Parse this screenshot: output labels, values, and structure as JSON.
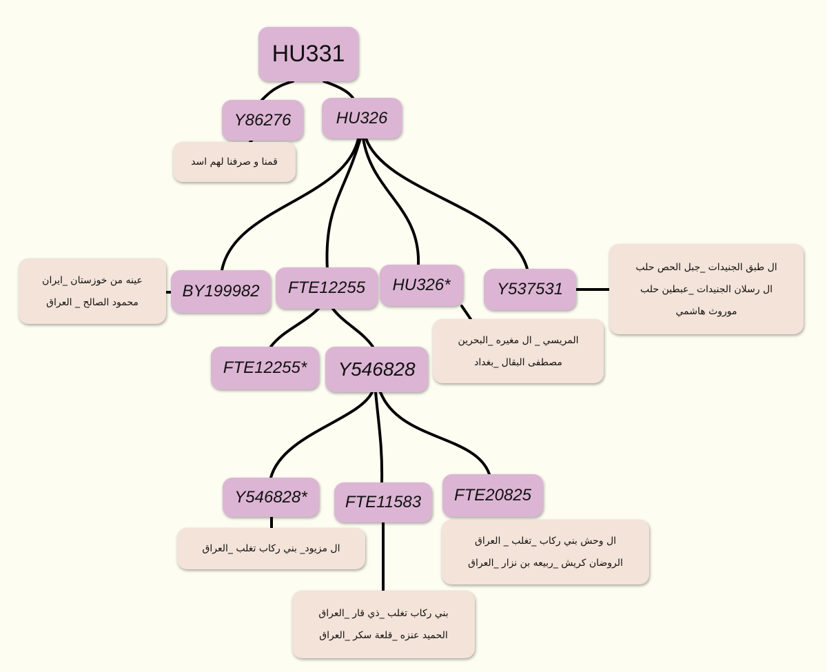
{
  "nodes": {
    "hu331": "HU331",
    "y86276": "Y86276",
    "hu326": "HU326",
    "by199982": "BY199982",
    "fte12255": "FTE12255",
    "hu326_star": "HU326*",
    "y537531": "Y537531",
    "fte12255_star": "FTE12255*",
    "y546828": "Y546828",
    "y546828_star": "Y546828*",
    "fte11583": "FTE11583",
    "fte20825": "FTE20825"
  },
  "notes": {
    "y86276": [
      "قمنا و صرفنا لهم اسد"
    ],
    "by199982": [
      "عينه من خوزستان _ايران",
      "محمود الصالح _ العراق"
    ],
    "hu326_star": [
      "المريسي _ ال مغيره _البحرين",
      "مصطفى البقال _بغداد"
    ],
    "y537531": [
      "ال طبق الجنيدات _جبل الحص حلب",
      "ال رسلان الجنيدات _عبطين حلب",
      "موروث هاشمي"
    ],
    "y546828_star": [
      "ال مزيود_ بني ركاب تغلب _العراق"
    ],
    "fte11583": [
      "بني ركاب تغلب _ذي قار _العراق",
      "الحميد عنزه _قلعة سكر _العراق"
    ],
    "fte20825": [
      "ال وحش بني ركاب _تغلب _ العراق",
      "الروضان كريش _ربيعه بن نزار _العراق"
    ]
  },
  "colors": {
    "node_fill": "#dcb5d4",
    "note_fill": "#f3e3d8",
    "edge": "#000000",
    "background": "#fdfdf2"
  }
}
